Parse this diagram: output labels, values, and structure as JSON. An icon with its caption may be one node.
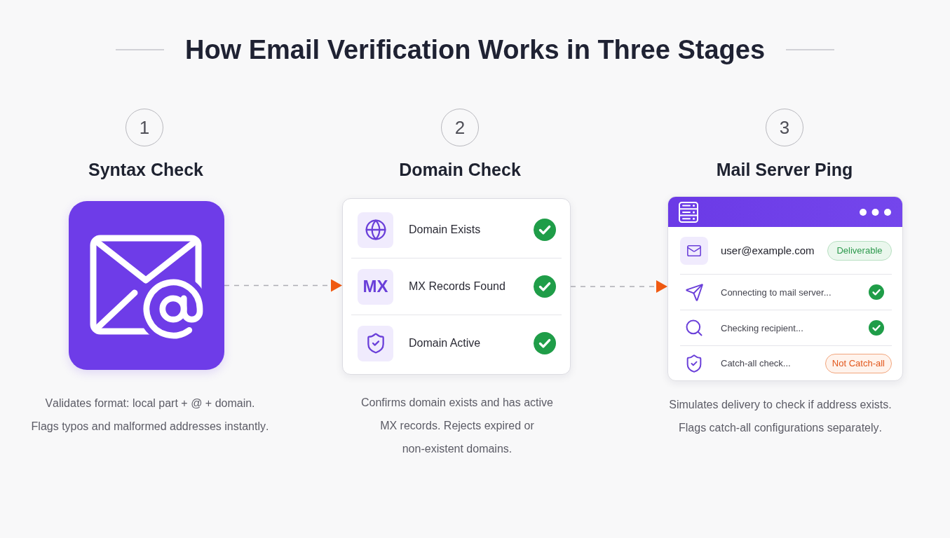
{
  "diagram": {
    "title": "How Email Verification Works in Three Stages",
    "nodes": [
      {
        "text": [
          "1"
        ]
      },
      {
        "text": [],
        "shape": "picture",
        "beside": [
          "Syntax Check",
          "Validates format: local part + @ + domain. Flags typos and malformed addresses instantly."
        ]
      },
      {
        "text": [
          "2"
        ]
      },
      {
        "text": [
          "Domain Exists",
          "MX Records Found",
          "Domain Active"
        ],
        "beside": [
          "Domain Check",
          "Confirms domain exists and has active MX records. Rejects expired or non-existent domains."
        ]
      },
      {
        "text": [
          "MX"
        ],
        "in": 3
      },
      {
        "text": [
          "3"
        ]
      },
      {
        "text": [
          "user@example.com",
          "Connecting to mail server...",
          "Checking recipient...",
          "Catch-all check..."
        ],
        "beside": [
          "Mail Server Ping",
          "Simulates delivery to check if address exists. Flags catch-all configurations separately."
        ]
      },
      {
        "text": [
          "Deliverable"
        ],
        "in": 6
      },
      {
        "text": [
          "Not Catch-all"
        ],
        "in": 6
      }
    ],
    "edges": [
      {
        "from": 1,
        "to": 3,
        "arrow": "to",
        "style": "dashed"
      },
      {
        "from": 3,
        "to": 6,
        "arrow": "to",
        "style": "dashed"
      }
    ]
  }
}
